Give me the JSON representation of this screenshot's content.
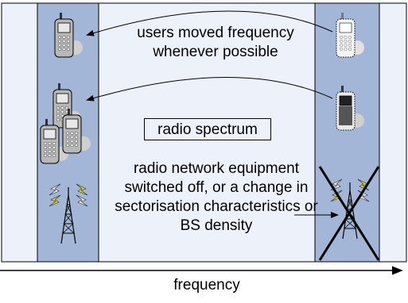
{
  "labels": {
    "users_moved": "users moved frequency whenever possible",
    "radio_spectrum": "radio spectrum",
    "equipment_note": "radio network equipment switched off, or a change in sectorisation characteristics or BS density",
    "frequency_axis": "frequency"
  },
  "colors": {
    "spectrum_fill": "#edf2fa",
    "band_fill": "#a3b6d8",
    "outline": "#000000",
    "phone_body": "#b8b8b8",
    "bolt": "#f0e020"
  },
  "icons": [
    "mobile-phone-icon",
    "base-station-tower-icon",
    "cross-out-icon"
  ]
}
